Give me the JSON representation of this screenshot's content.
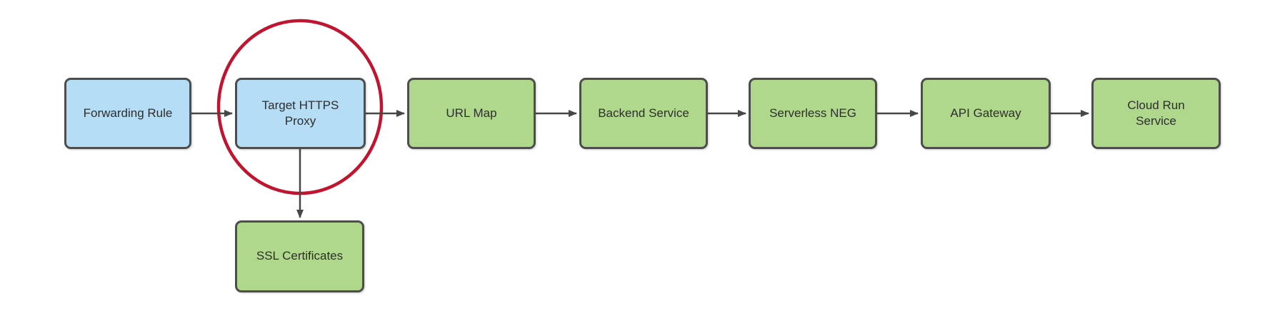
{
  "diagram": {
    "description": "Flow diagram of a Google Cloud HTTPS load balancing path to a Cloud Run service, with the Target HTTPS Proxy step circled in red",
    "nodes": [
      {
        "id": "forwarding-rule",
        "label": "Forwarding Rule",
        "fill": "blue"
      },
      {
        "id": "target-https-proxy",
        "label": "Target HTTPS Proxy",
        "fill": "blue",
        "annotation": "red-circle-highlight"
      },
      {
        "id": "url-map",
        "label": "URL Map",
        "fill": "green"
      },
      {
        "id": "backend-service",
        "label": "Backend Service",
        "fill": "green"
      },
      {
        "id": "serverless-neg",
        "label": "Serverless NEG",
        "fill": "green"
      },
      {
        "id": "api-gateway",
        "label": "API Gateway",
        "fill": "green"
      },
      {
        "id": "cloud-run-service",
        "label": "Cloud Run Service",
        "fill": "green"
      },
      {
        "id": "ssl-certificates",
        "label": "SSL Certificates",
        "fill": "green"
      }
    ],
    "edges": [
      {
        "from": "forwarding-rule",
        "to": "target-https-proxy",
        "direction": "right"
      },
      {
        "from": "target-https-proxy",
        "to": "url-map",
        "direction": "right"
      },
      {
        "from": "url-map",
        "to": "backend-service",
        "direction": "right"
      },
      {
        "from": "backend-service",
        "to": "serverless-neg",
        "direction": "right"
      },
      {
        "from": "serverless-neg",
        "to": "api-gateway",
        "direction": "right"
      },
      {
        "from": "api-gateway",
        "to": "cloud-run-service",
        "direction": "right"
      },
      {
        "from": "target-https-proxy",
        "to": "ssl-certificates",
        "direction": "down"
      }
    ],
    "colors": {
      "blue_fill": "#b5ddf5",
      "green_fill": "#b0d88c",
      "stroke": "#4d4d4d",
      "arrow": "#474747",
      "highlight_red": "#c0142f",
      "text": "#2e2e2e",
      "background": "#ffffff"
    }
  }
}
